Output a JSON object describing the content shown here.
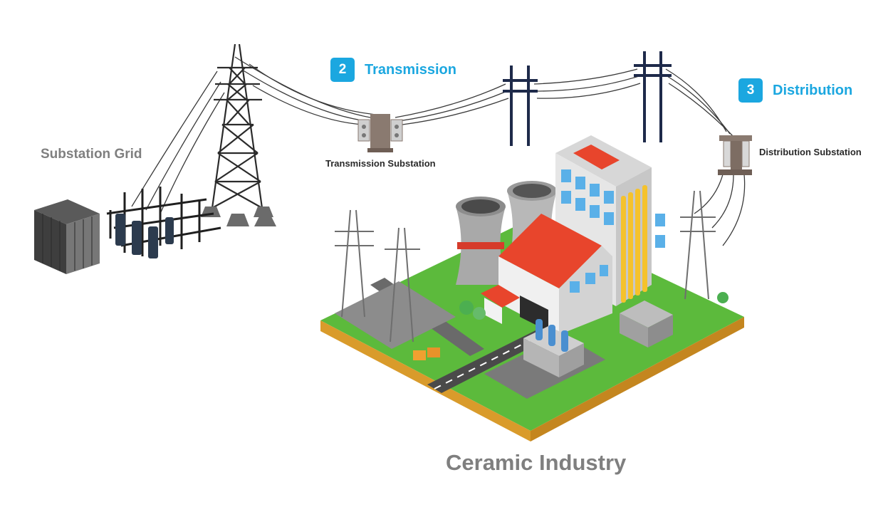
{
  "colors": {
    "accent": "#1ba7e0",
    "label_gray": "#7f7f7f",
    "tower_dark": "#1e2a4a",
    "grass": "#5cba3c",
    "roof_red": "#e8452c",
    "window_blue": "#5ab0e8",
    "yellow_pipe": "#f5c22c"
  },
  "stages": [
    {
      "number": "2",
      "title": "Transmission"
    },
    {
      "number": "3",
      "title": "Distribution"
    }
  ],
  "labels": {
    "substation_grid": "Substation Grid",
    "transmission_substation": "Transmission Substation",
    "distribution_substation": "Distribution Substation",
    "ceramic_industry": "Ceramic Industry"
  }
}
